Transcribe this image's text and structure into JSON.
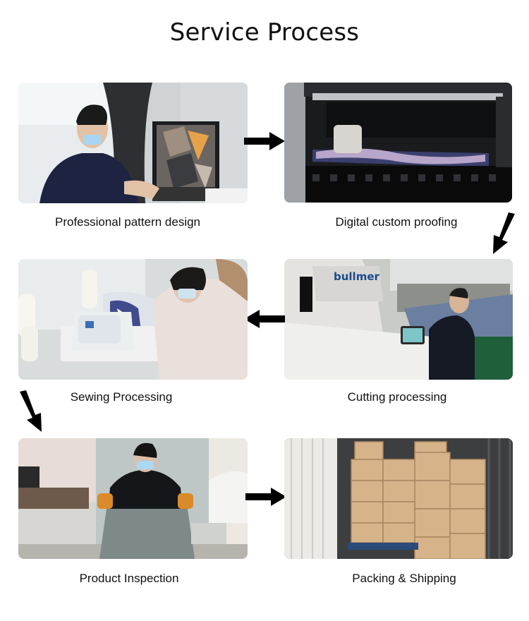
{
  "page": {
    "title": "Service Process"
  },
  "steps": [
    {
      "caption": "Professional pattern design"
    },
    {
      "caption": "Digital custom proofing"
    },
    {
      "caption": "Cutting processing"
    },
    {
      "caption": "Sewing Processing"
    },
    {
      "caption": "Product Inspection"
    },
    {
      "caption": "Packing & Shipping"
    }
  ],
  "machine_brand": "bullmer",
  "icons": {
    "flow_arrow": "arrow-right-icon",
    "flow_arrow_left": "arrow-left-icon",
    "flow_arrow_down_left": "arrow-down-left-icon",
    "flow_arrow_down_right": "arrow-down-right-icon"
  }
}
